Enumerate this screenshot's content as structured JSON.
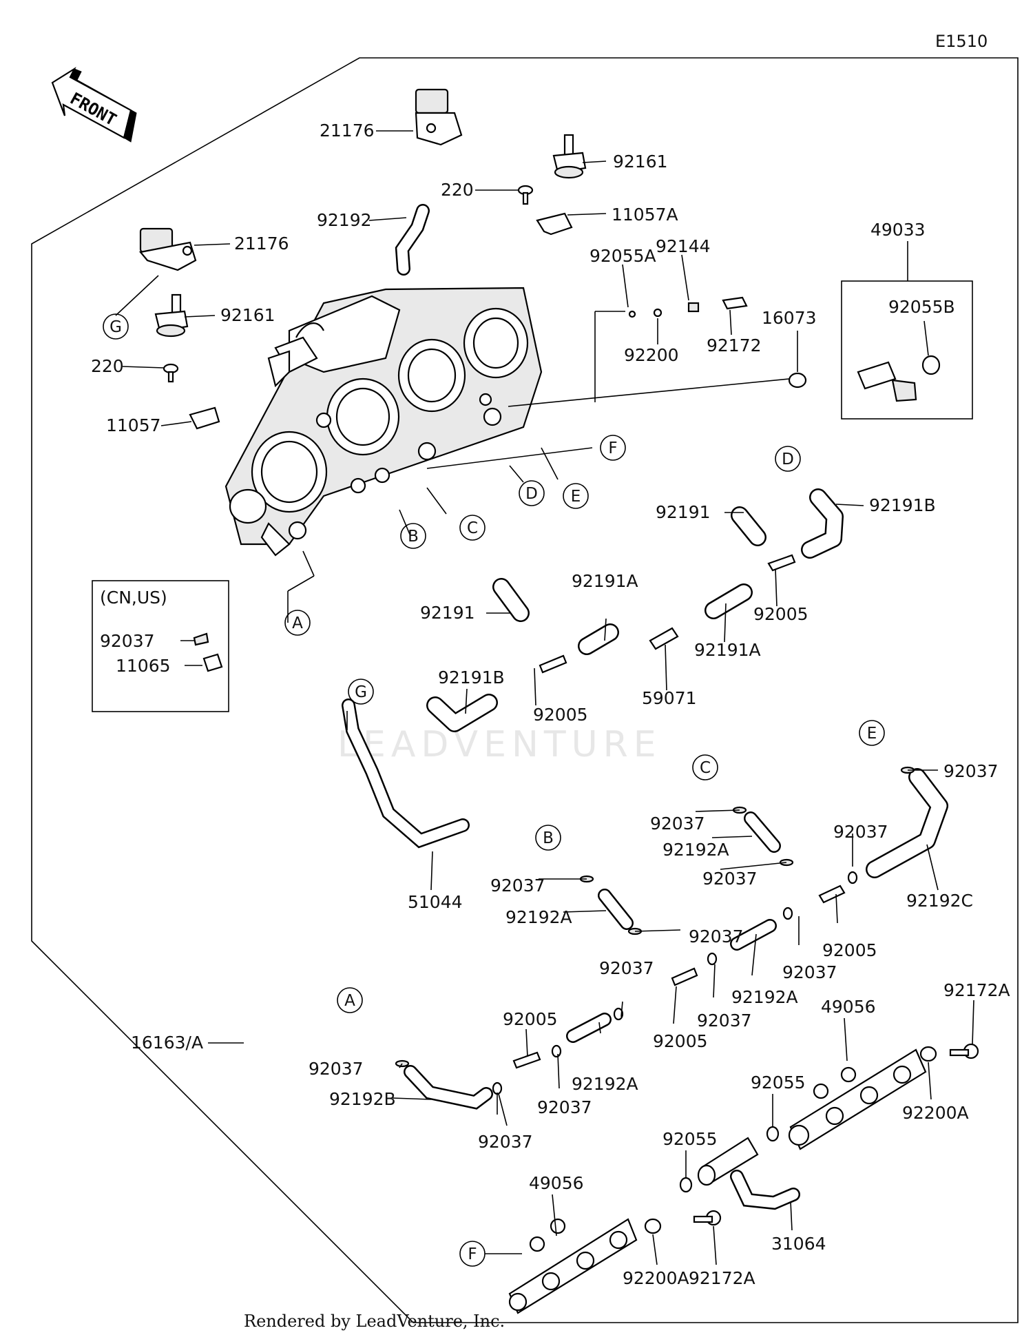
{
  "diagram_code": "E1510",
  "front_arrow_text": "FRONT",
  "footer": "Rendered by LeadVenture, Inc.",
  "watermark": "LEADVENTURE",
  "variant_box": {
    "title": "(CN,US)",
    "parts": [
      "92037",
      "11065"
    ]
  },
  "labels": {
    "upper_21176": "21176",
    "upper_92161": "92161",
    "upper_220": "220",
    "upper_11057A": "11057A",
    "upper_92192": "92192",
    "left_21176": "21176",
    "left_92161": "92161",
    "left_220": "220",
    "left_11057": "11057",
    "p92055A": "92055A",
    "p92144": "92144",
    "p92200": "92200",
    "p92172": "92172",
    "p16073": "16073",
    "p49033": "49033",
    "p92055B": "92055B",
    "upper_92191": "92191",
    "upper_92191B": "92191B",
    "upper_92005": "92005",
    "mid_92191A_r": "92191A",
    "mid_92191A_t": "92191A",
    "mid_92191": "92191",
    "mid_92191B": "92191B",
    "mid_92005": "92005",
    "p59071": "59071",
    "p51044": "51044",
    "c_92037": "92037",
    "c_92192A": "92192A",
    "c_92037b": "92037",
    "e_92037": "92037",
    "r_92037": "92037",
    "r_92192C": "92192C",
    "r_92005": "92005",
    "r_92037b": "92037",
    "b_92037": "92037",
    "b_92192A": "92192A",
    "b_92037b": "92037",
    "m_92037": "92037",
    "m_92192A": "92192A",
    "m_92037b": "92037",
    "m_92005": "92005",
    "l_92005": "92005",
    "l_92037": "92037",
    "l_92192A": "92192A",
    "a_92037": "92037",
    "a_92192B": "92192B",
    "a_92037b": "92037",
    "p16163A": "16163/A",
    "rail_49056_r": "49056",
    "rail_92172A_r": "92172A",
    "rail_92055_r": "92055",
    "rail_92200A_r": "92200A",
    "rail_92055_m": "92055",
    "rail_49056_l": "49056",
    "rail_92200A_l": "92200A",
    "rail_92172A_l": "92172A",
    "p31064": "31064"
  },
  "callouts": {
    "A": "A",
    "B": "B",
    "C": "C",
    "D": "D",
    "E": "E",
    "F": "F",
    "G": "G"
  },
  "colors": {
    "line": "#000000",
    "background": "#ffffff",
    "watermark": "#e7e7e7"
  }
}
